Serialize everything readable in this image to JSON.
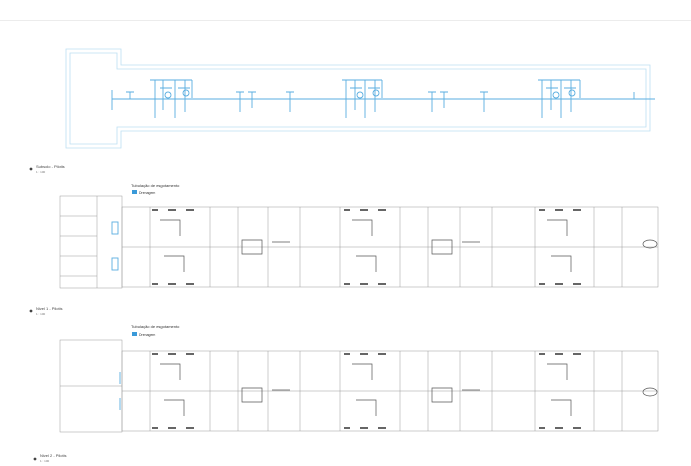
{
  "views": [
    {
      "title": "Subsolo - Pilotis",
      "scale": "1 : 100"
    },
    {
      "title": "Nivel 1 - Pilotis",
      "scale": "1 : 100"
    },
    {
      "title": "Nivel 2 - Pilotis",
      "scale": "1 : 100"
    }
  ],
  "legends": [
    {
      "title": "Tubulação de esgotamento",
      "item_label": "Drenagem",
      "item_color": "#3a9ad9"
    },
    {
      "title": "Tubulação de esgotamento",
      "item_label": "Drenagem",
      "item_color": "#3a9ad9"
    }
  ],
  "colors": {
    "pipe": "#5aaee0",
    "outline": "#bcdff3",
    "line": "#555555"
  }
}
